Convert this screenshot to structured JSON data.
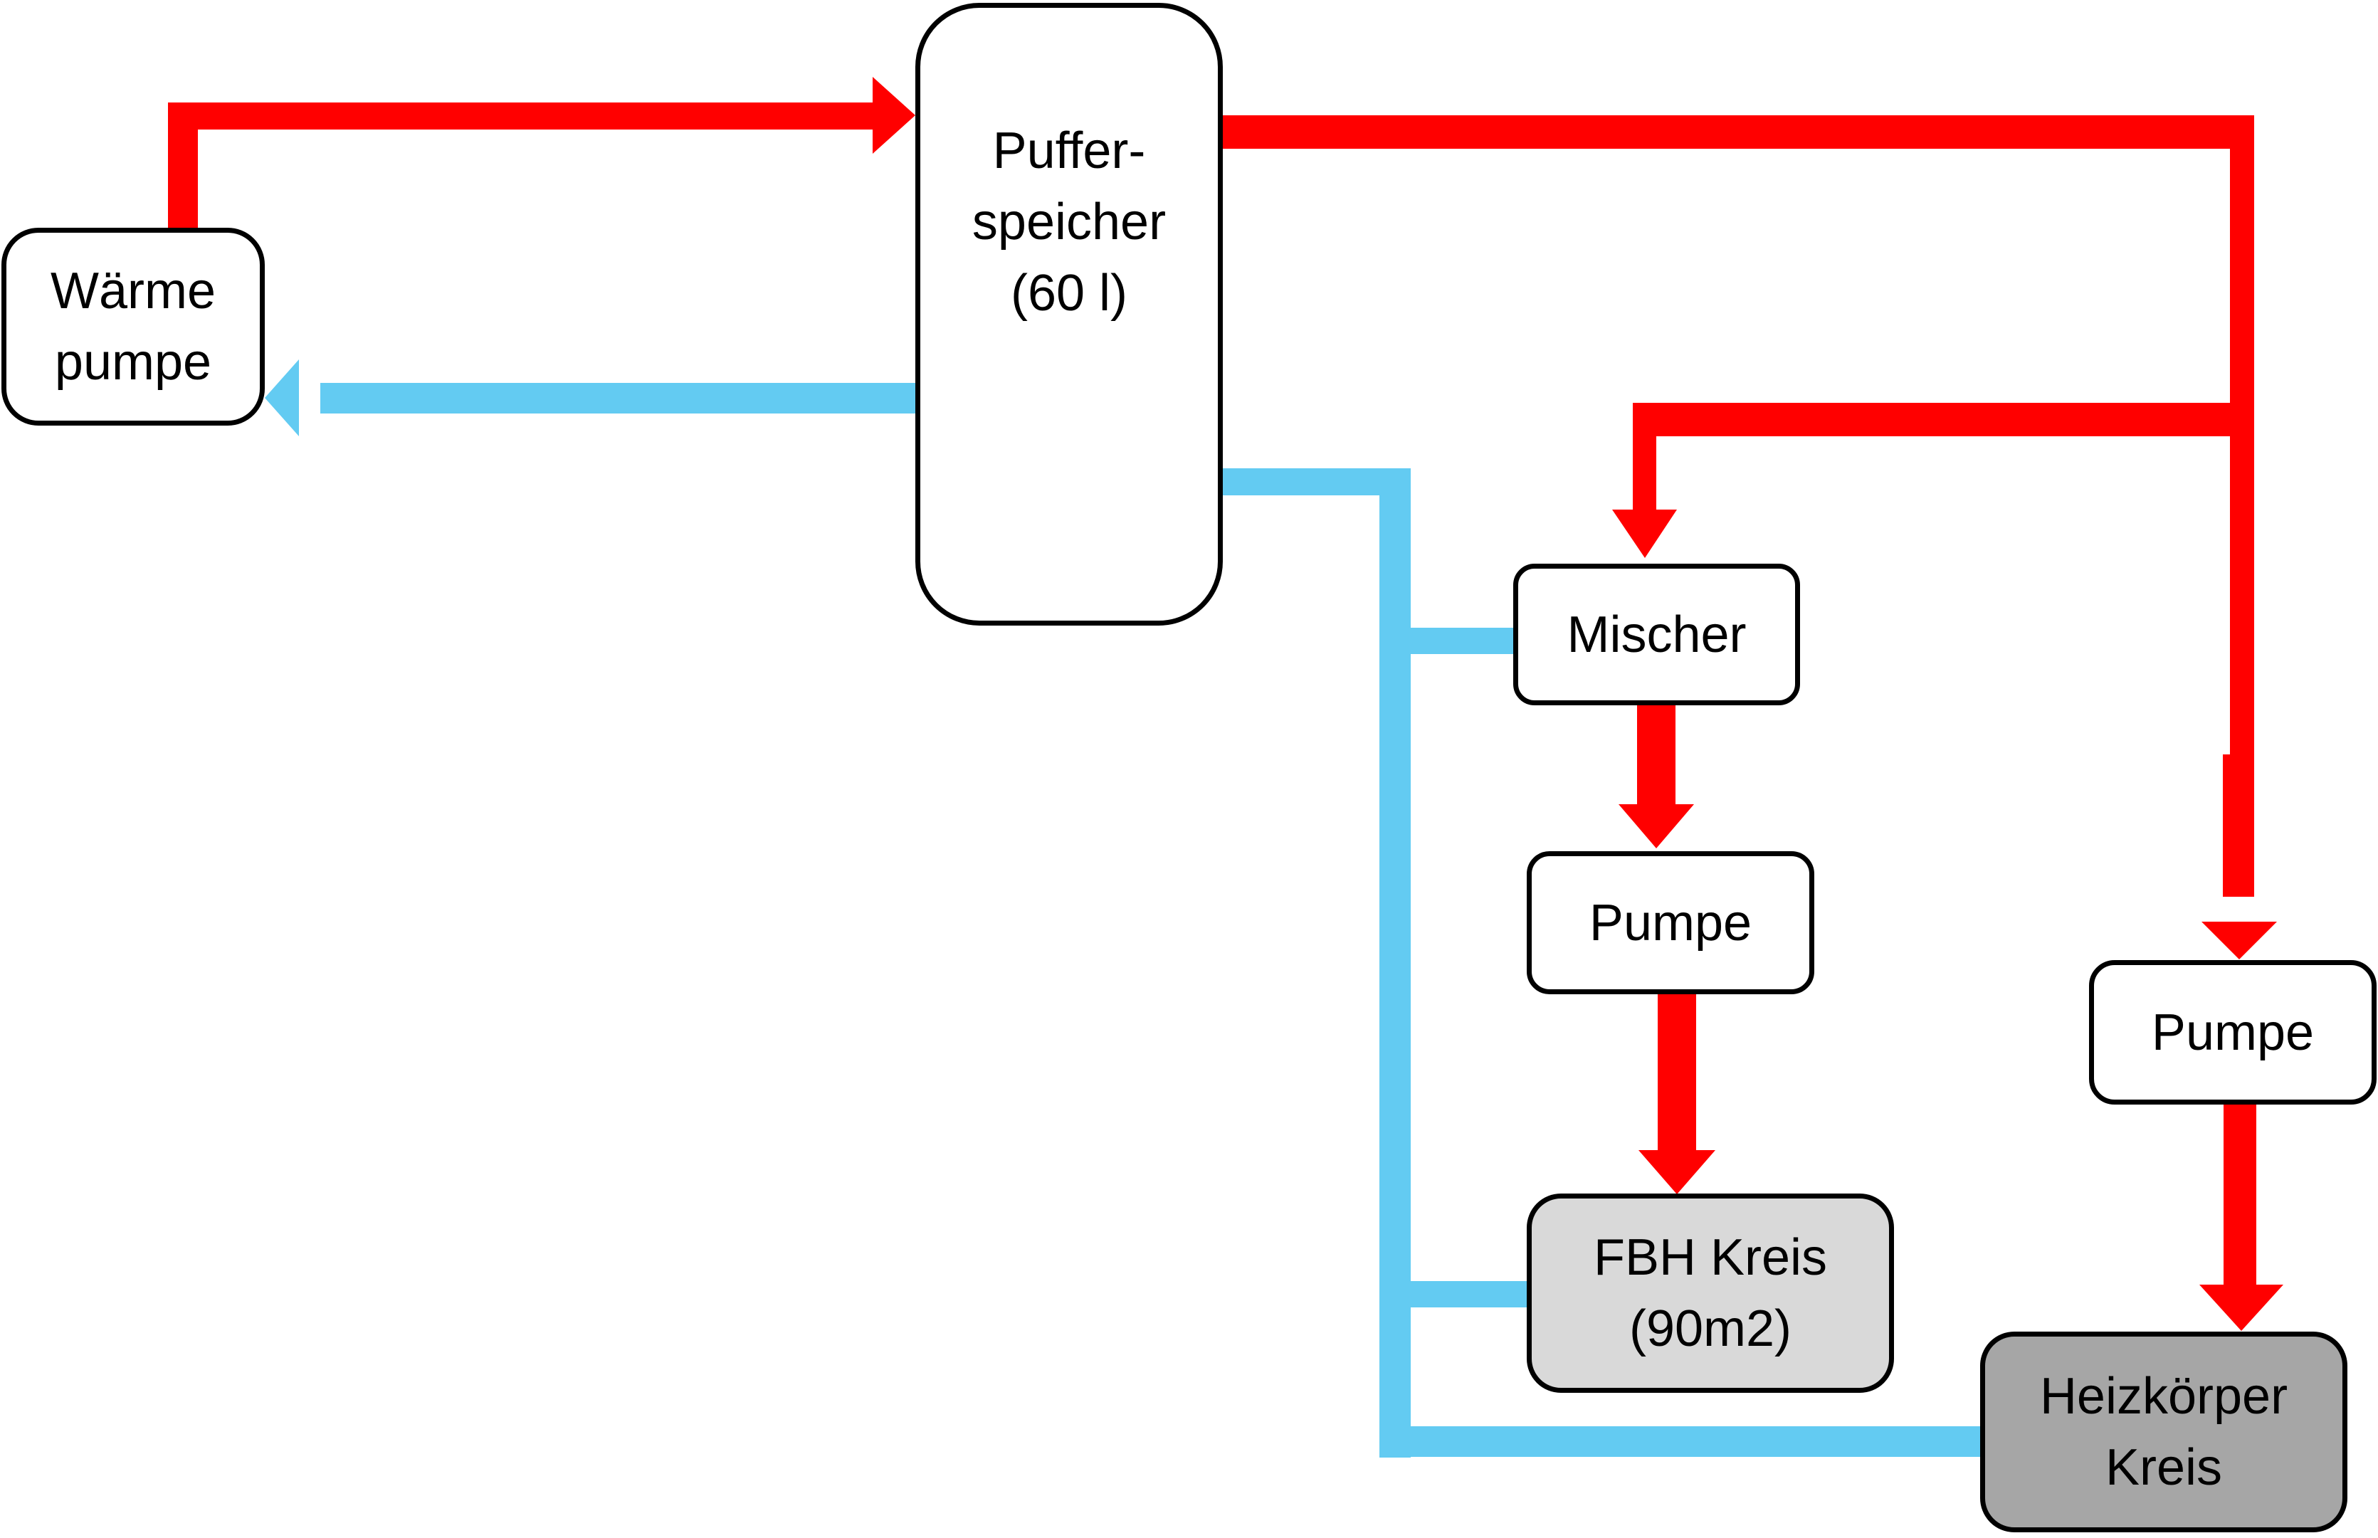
{
  "colors": {
    "hot": "#ff0000",
    "cold": "#63cbf2",
    "outline": "#000000",
    "fbh_fill": "#d9d9d9",
    "heizkoerper_fill": "#a6a6a6"
  },
  "nodes": {
    "waermepumpe": {
      "lines": [
        "Wärme",
        "pumpe"
      ]
    },
    "pufferspeicher": {
      "lines": [
        "Puffer-",
        "speicher",
        "(60 l)"
      ]
    },
    "mischer": {
      "lines": [
        "Mischer"
      ]
    },
    "pumpe_fbh": {
      "lines": [
        "Pumpe"
      ]
    },
    "pumpe_hk": {
      "lines": [
        "Pumpe"
      ]
    },
    "fbh_kreis": {
      "lines": [
        "FBH Kreis",
        "(90m2)"
      ]
    },
    "heizkoerper_kreis": {
      "lines": [
        "Heizkörper",
        "Kreis"
      ]
    }
  },
  "connections": [
    {
      "from": "waermepumpe",
      "to": "pufferspeicher",
      "type": "hot-supply"
    },
    {
      "from": "pufferspeicher",
      "to": "waermepumpe",
      "type": "cold-return"
    },
    {
      "from": "pufferspeicher",
      "to": "mischer",
      "type": "hot-supply"
    },
    {
      "from": "mischer",
      "to": "pumpe_fbh",
      "type": "hot-supply"
    },
    {
      "from": "pumpe_fbh",
      "to": "fbh_kreis",
      "type": "hot-supply"
    },
    {
      "from": "pufferspeicher",
      "to": "pumpe_hk",
      "type": "hot-supply"
    },
    {
      "from": "pumpe_hk",
      "to": "heizkoerper_kreis",
      "type": "hot-supply"
    },
    {
      "from": "mischer",
      "to": "pufferspeicher",
      "type": "cold-return"
    },
    {
      "from": "fbh_kreis",
      "to": "pufferspeicher",
      "type": "cold-return"
    },
    {
      "from": "heizkoerper_kreis",
      "to": "pufferspeicher",
      "type": "cold-return"
    }
  ]
}
